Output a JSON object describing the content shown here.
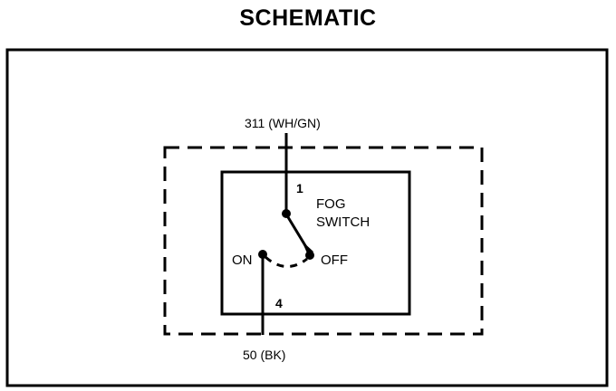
{
  "title": "SCHEMATIC",
  "colors": {
    "line": "#000000",
    "background": "#ffffff"
  },
  "diagram": {
    "top_wire_label": "311 (WH/GN)",
    "bottom_wire_label": "50 (BK)",
    "switch_label_line1": "FOG",
    "switch_label_line2": "SWITCH",
    "terminal_1": "1",
    "terminal_4": "4",
    "on_label": "ON",
    "off_label": "OFF"
  }
}
